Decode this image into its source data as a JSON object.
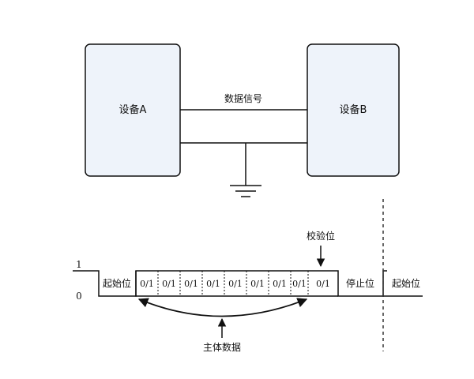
{
  "devices": {
    "a_label": "设备A",
    "b_label": "设备B"
  },
  "signal_label": "数据信号",
  "levels": {
    "high": "1",
    "low": "0"
  },
  "frame": {
    "start_bit": "起始位",
    "data_bits": [
      "0/1",
      "0/1",
      "0/1",
      "0/1",
      "0/1",
      "0/1",
      "0/1",
      "0/1"
    ],
    "parity_bit": "0/1",
    "stop_bit": "停止位",
    "next_start_bit": "起始位"
  },
  "annotations": {
    "parity": "校验位",
    "payload": "主体数据"
  },
  "colors": {
    "device_fill": "#eef3fa",
    "stroke": "#111111",
    "dashed": "#333333"
  }
}
